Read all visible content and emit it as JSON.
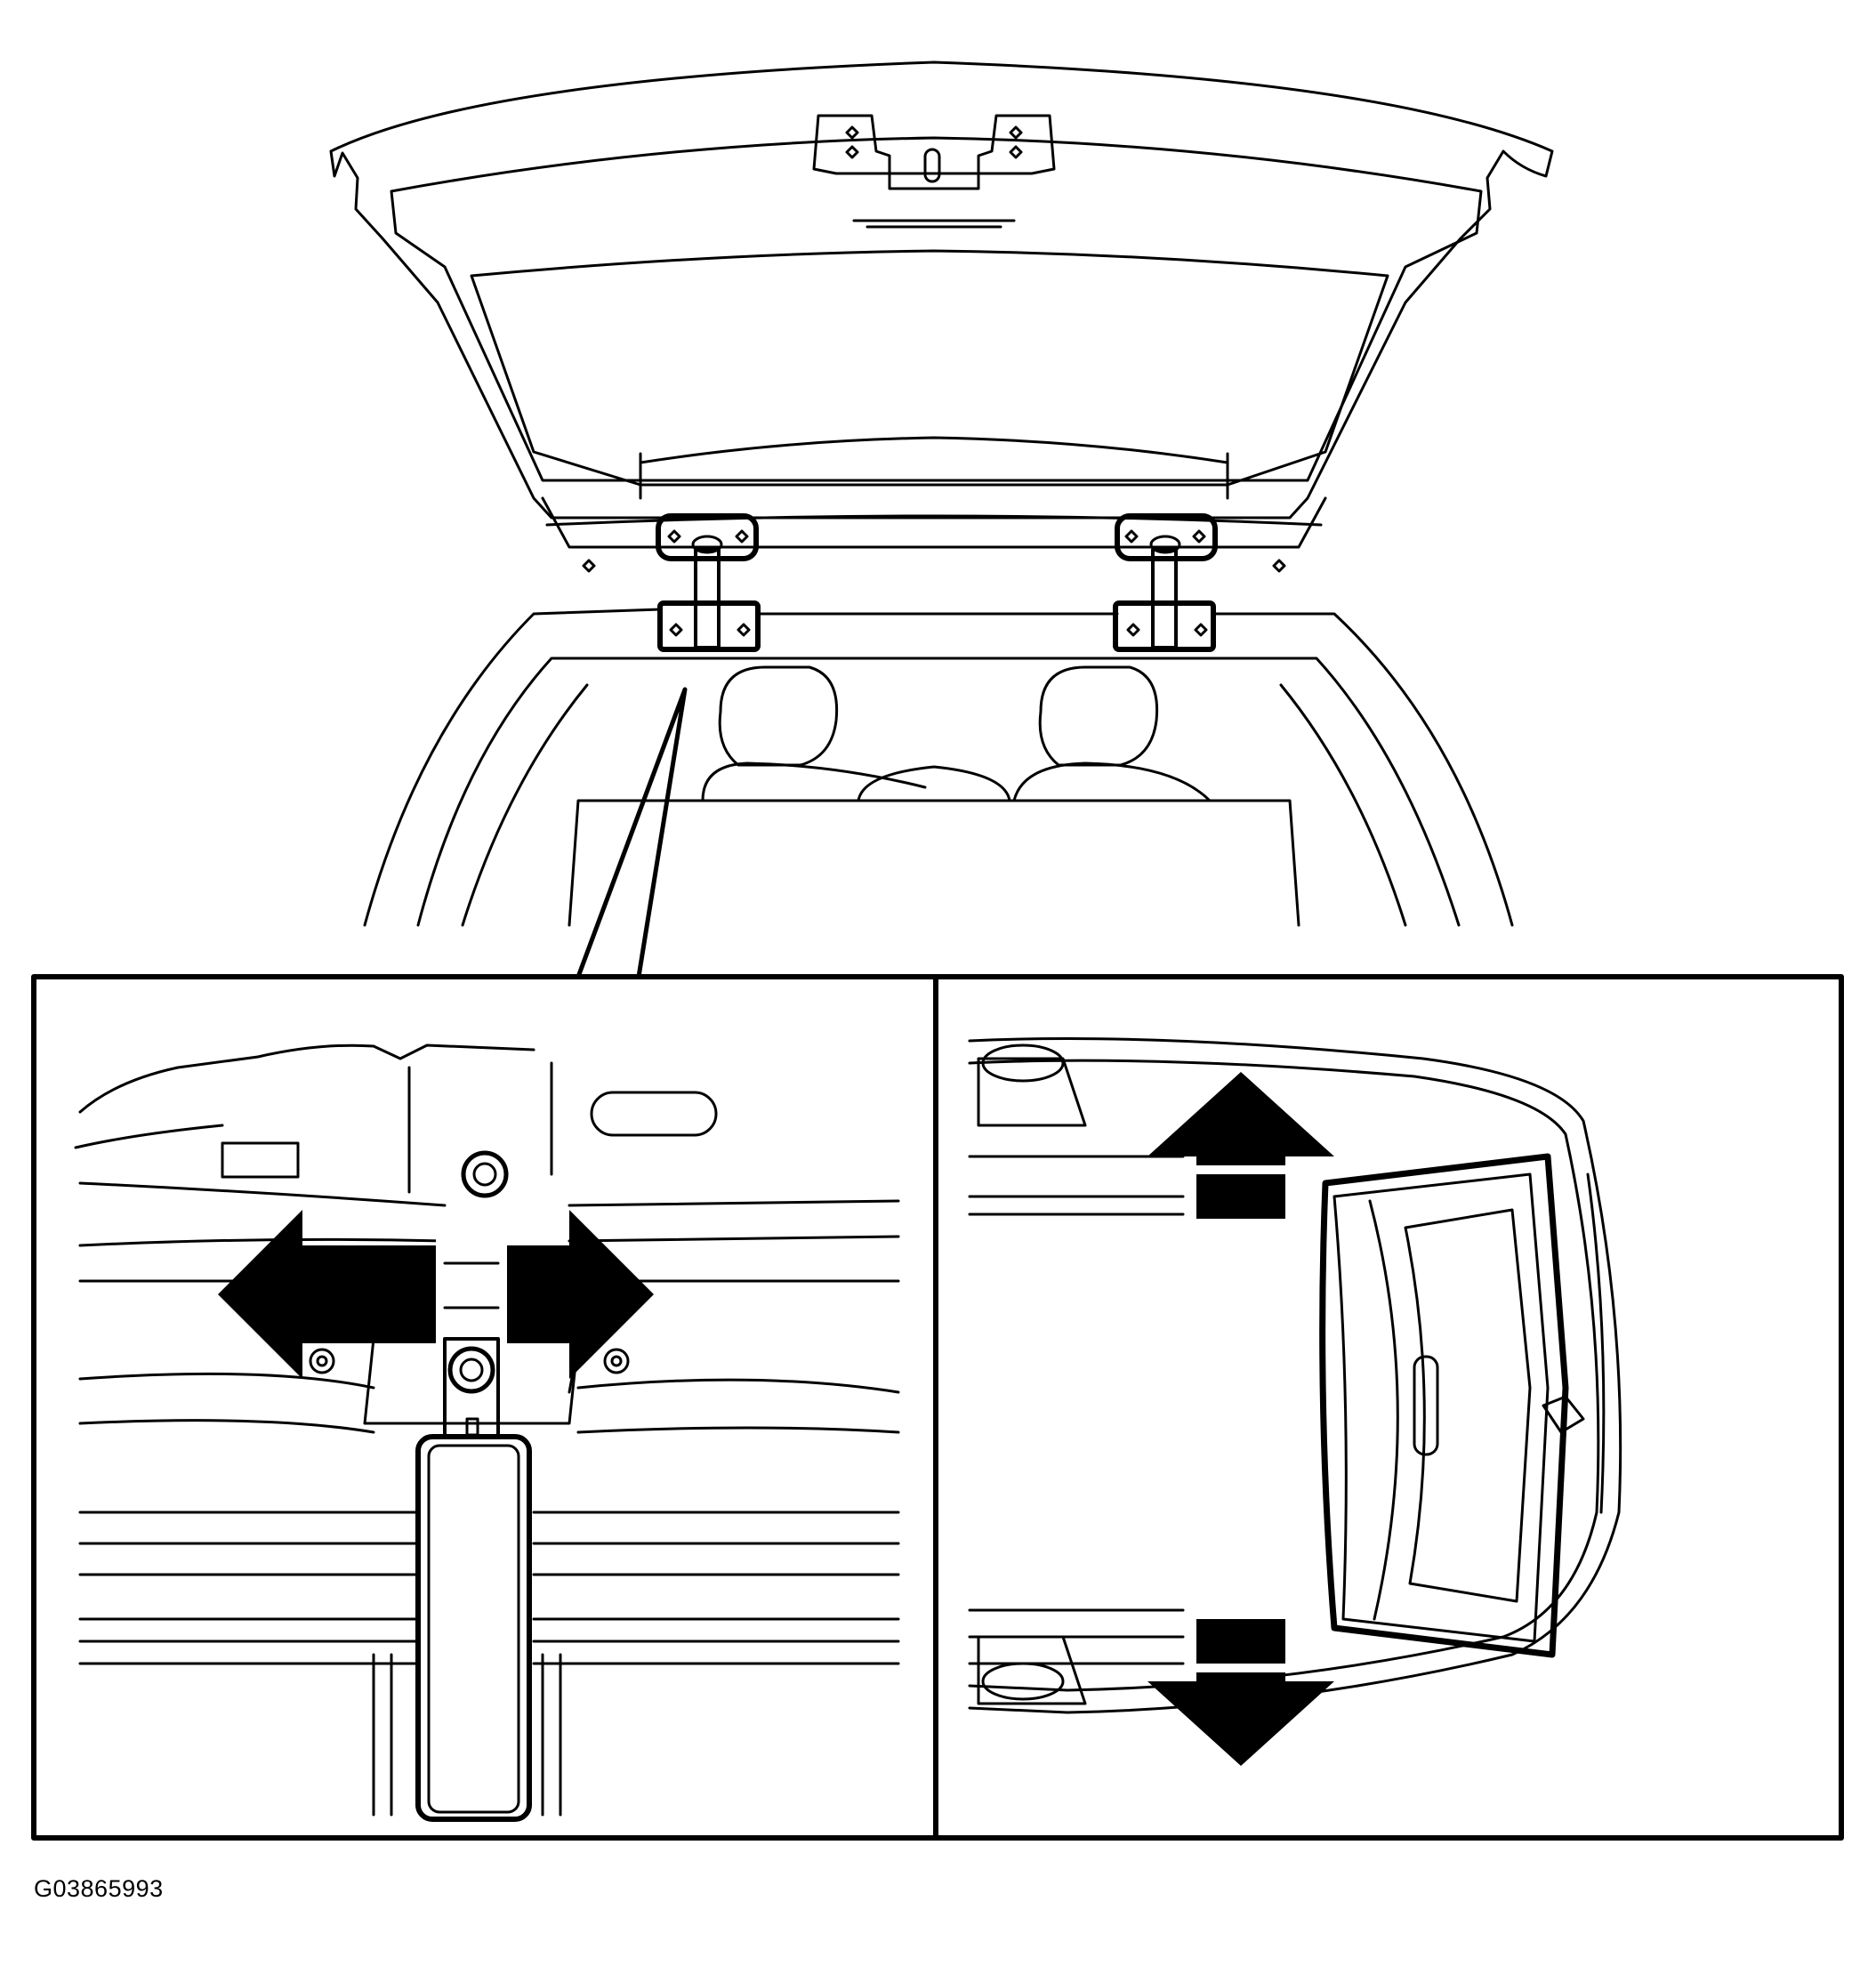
{
  "figure": {
    "id": "G03865993",
    "line_color": "#000000",
    "fill_color": "#ffffff",
    "arrow_color": "#000000"
  },
  "callout_panels": [
    {
      "name": "detail-view-hinge",
      "arrow_directions": [
        "left",
        "right"
      ]
    },
    {
      "name": "top-view-vehicle",
      "arrow_directions": [
        "up",
        "down"
      ]
    }
  ]
}
